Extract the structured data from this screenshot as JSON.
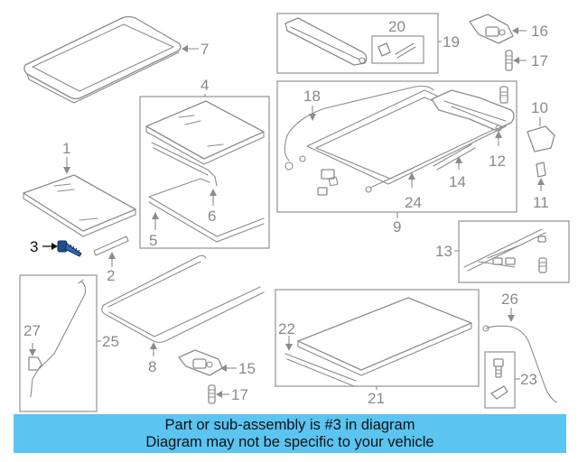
{
  "diagram": {
    "callouts": {
      "c1": "1",
      "c2": "2",
      "c3": "3",
      "c4": "4",
      "c5": "5",
      "c6": "6",
      "c7": "7",
      "c8": "8",
      "c9": "9",
      "c10": "10",
      "c11": "11",
      "c12": "12",
      "c13": "13",
      "c14": "14",
      "c15": "15",
      "c16": "16",
      "c17a": "17",
      "c17b": "17",
      "c18": "18",
      "c19": "19",
      "c20": "20",
      "c21": "21",
      "c22": "22",
      "c23": "23",
      "c24": "24",
      "c25": "25",
      "c26": "26",
      "c27": "27"
    },
    "highlighted_part": "3",
    "highlight_color": "#1f4f8a"
  },
  "banner": {
    "line1": "Part or sub-assembly is #3 in diagram",
    "line2": "Diagram may not be specific to your vehicle",
    "background": "#5bc4f1"
  }
}
